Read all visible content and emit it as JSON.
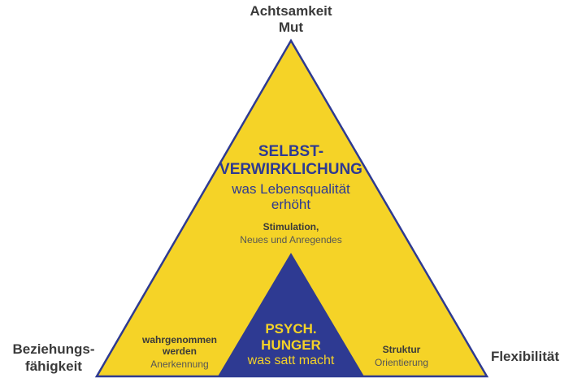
{
  "colors": {
    "outer_fill": "#f5d327",
    "outer_stroke": "#2e3a92",
    "inner_fill": "#2e3a92",
    "heading": "#2e3a92",
    "inner_text": "#f5d327",
    "label": "#3a3a3a",
    "sub_label": "#555555"
  },
  "corners": {
    "top_line1": "Achtsamkeit",
    "top_line2": "Mut",
    "left_line1": "Beziehungs-",
    "left_line2": "fähigkeit",
    "right": "Flexibilität"
  },
  "top_section": {
    "title_line1": "SELBST-",
    "title_line2": "VERWIRKLICHUNG",
    "sub_line1": "was Lebensqualität",
    "sub_line2": "erhöht",
    "item_title": "Stimulation,",
    "item_sub": "Neues und Anregendes"
  },
  "inner_triangle": {
    "title_line1": "PSYCH.",
    "title_line2": "HUNGER",
    "sub": "was satt macht"
  },
  "left_section": {
    "title_line1": "wahrgenommen",
    "title_line2": "werden",
    "sub": "Anerkennung"
  },
  "right_section": {
    "title": "Struktur",
    "sub": "Orientierung"
  }
}
